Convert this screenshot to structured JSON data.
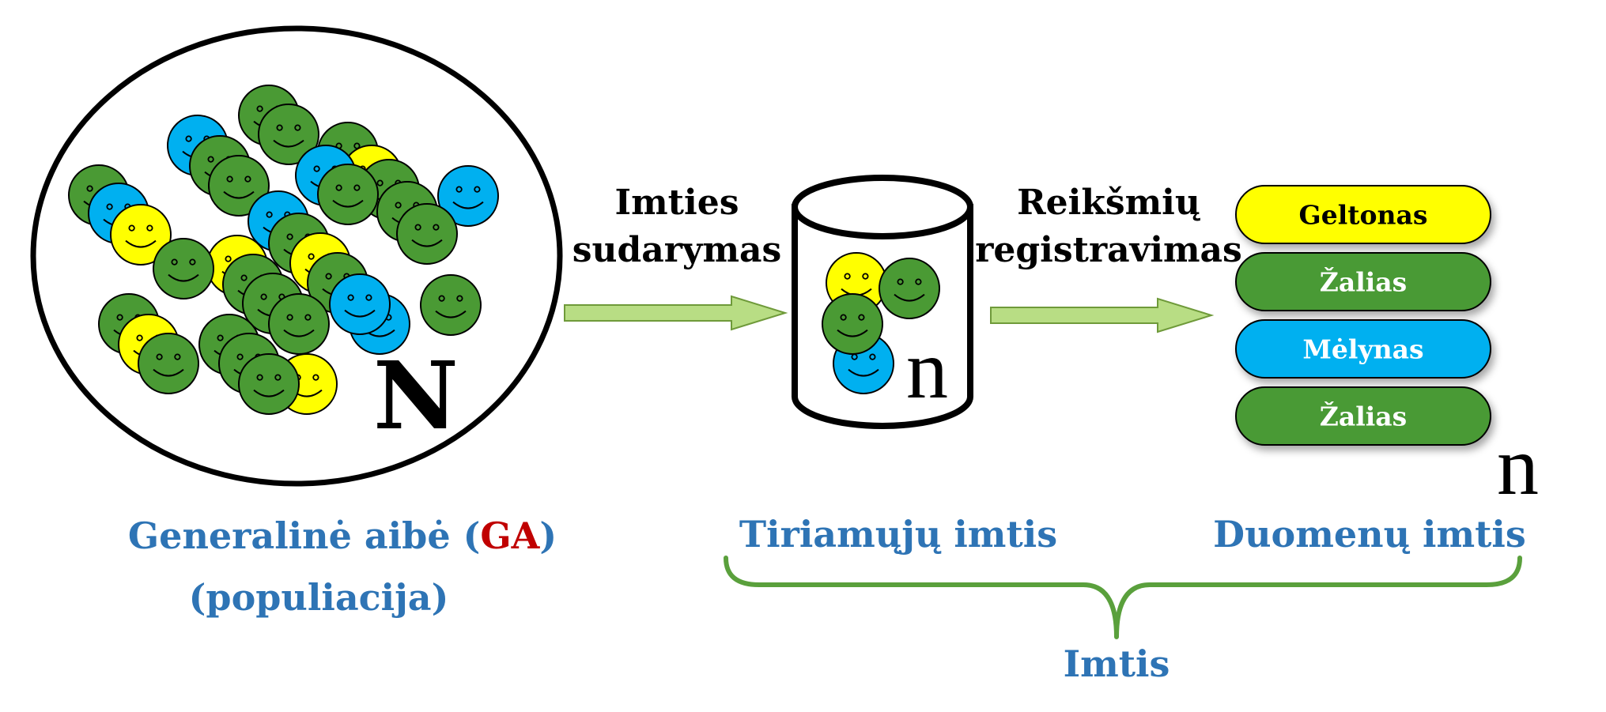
{
  "population": {
    "size_symbol": "N",
    "label_prefix": "Generalinė aibė (",
    "label_abbr": "GA",
    "label_suffix": ")",
    "label_line2": "(populiacija)"
  },
  "step_sampling": {
    "line1": "Imties",
    "line2": "sudarymas"
  },
  "sample_container": {
    "size_symbol": "n"
  },
  "step_recording": {
    "line1": "Reikšmių",
    "line2": "registravimas"
  },
  "data_values": {
    "items": [
      {
        "label": "Geltonas",
        "color": "yellow"
      },
      {
        "label": "Žalias",
        "color": "green"
      },
      {
        "label": "Mėlynas",
        "color": "blue"
      },
      {
        "label": "Žalias",
        "color": "green"
      }
    ],
    "size_symbol": "n"
  },
  "subject_sample_label": "Tiriamųjų imtis",
  "data_sample_label": "Duomenų imtis",
  "sample_label": "Imtis",
  "colors": {
    "yellow": "#ffff00",
    "green": "#4a9a34",
    "blue": "#00b0f0",
    "title_blue": "#2e74b5",
    "abbr_red": "#c00000",
    "arrow_fill": "#b8dd84",
    "arrow_stroke": "#6f9a3a",
    "brace": "#5aa03c",
    "outline": "#000000"
  }
}
